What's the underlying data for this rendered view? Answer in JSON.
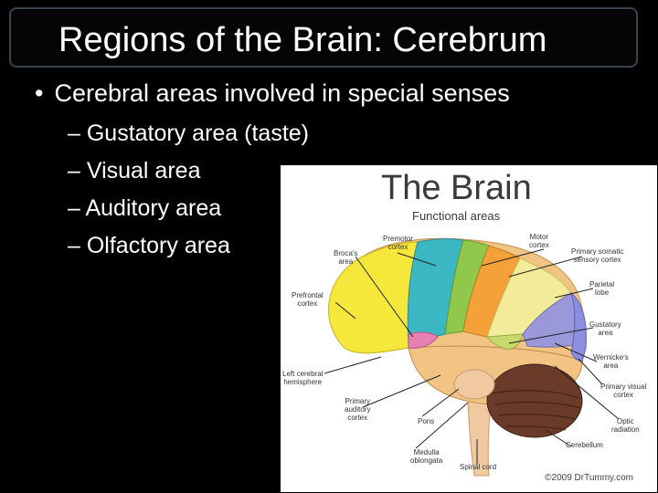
{
  "slide": {
    "title": "Regions of the Brain: Cerebrum",
    "bullet_marker": "•",
    "bullet": "Cerebral areas involved in special senses",
    "sub_items": [
      "– Gustatory area (taste)",
      "– Visual area",
      "– Auditory area",
      "– Olfactory area"
    ]
  },
  "figure": {
    "title": "The Brain",
    "subtitle": "Functional areas",
    "labels": {
      "premotor": "Premotor\ncortex",
      "motor": "Motor\ncortex",
      "brocas": "Broca's\narea",
      "somatic": "Primary somatic\nsensory cortex",
      "prefrontal": "Prefrontal\ncortex",
      "parietal": "Parietal\nlobe",
      "gustatory": "Gustatory\narea",
      "wernickes": "Wernicke's\narea",
      "left_hemisphere": "Left cerebral\nhemisphere",
      "visual": "Primary visual\ncortex",
      "auditory": "Primary\nauditory\ncortex",
      "pons": "Pons",
      "optic": "Optic\nradiation",
      "medulla": "Medulla\noblongata",
      "cerebellum": "Cerebellum",
      "spinal": "Spinal cord"
    },
    "credit": "©2009 DrTummy.com",
    "colors": {
      "frontal": "#f5e83a",
      "premotor": "#3cb8c4",
      "motor": "#8fc84a",
      "somatic": "#f4a13a",
      "parietal": "#f2ec9a",
      "gustatory": "#c9d86a",
      "wernickes": "#9a98d8",
      "visual": "#8c8ee0",
      "brocas": "#e77fb0",
      "temporal": "#f1c483",
      "cerebellum": "#6b3b2a"
    }
  }
}
